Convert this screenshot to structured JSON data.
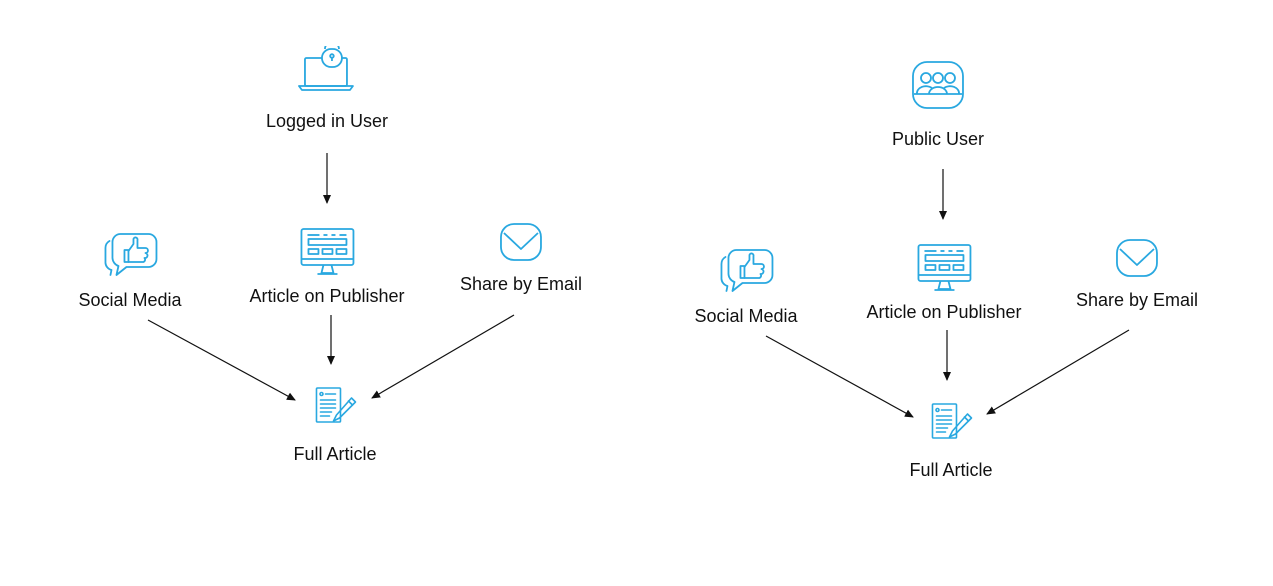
{
  "accent_color": "#29a8e0",
  "diagrams": [
    {
      "top": {
        "label": "Logged in User",
        "icon": "laptop-lock-icon"
      },
      "social": {
        "label": "Social Media",
        "icon": "thumbs-up-chat-icon"
      },
      "publisher": {
        "label": "Article on Publisher",
        "icon": "monitor-webpage-icon"
      },
      "email": {
        "label": "Share by Email",
        "icon": "envelope-icon"
      },
      "result": {
        "label": "Full Article",
        "icon": "document-pen-icon"
      }
    },
    {
      "top": {
        "label": "Public User",
        "icon": "group-users-icon"
      },
      "social": {
        "label": "Social Media",
        "icon": "thumbs-up-chat-icon"
      },
      "publisher": {
        "label": "Article on Publisher",
        "icon": "monitor-webpage-icon"
      },
      "email": {
        "label": "Share by Email",
        "icon": "envelope-icon"
      },
      "result": {
        "label": "Full Article",
        "icon": "document-pen-icon"
      }
    }
  ]
}
